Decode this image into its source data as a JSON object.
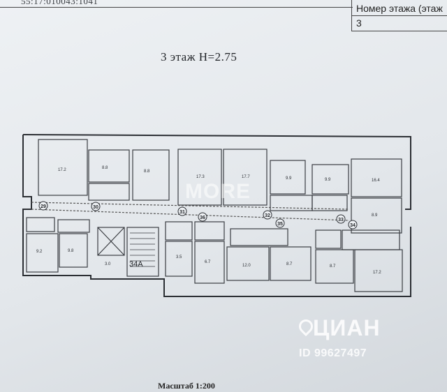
{
  "header": {
    "cadastral_number": "55:17:010043:1041",
    "info_label": "Номер этажа (этаж",
    "info_value": "3"
  },
  "plan": {
    "title": "3 этаж H=2.75",
    "corridor_numbers": [
      "29",
      "30",
      "31",
      "36",
      "32",
      "35",
      "33",
      "34",
      "34А"
    ],
    "scale": "Масштаб 1:200"
  },
  "watermark": {
    "brand": "ЦИАН",
    "id": "ID 99627497",
    "overlay": "MORE"
  }
}
